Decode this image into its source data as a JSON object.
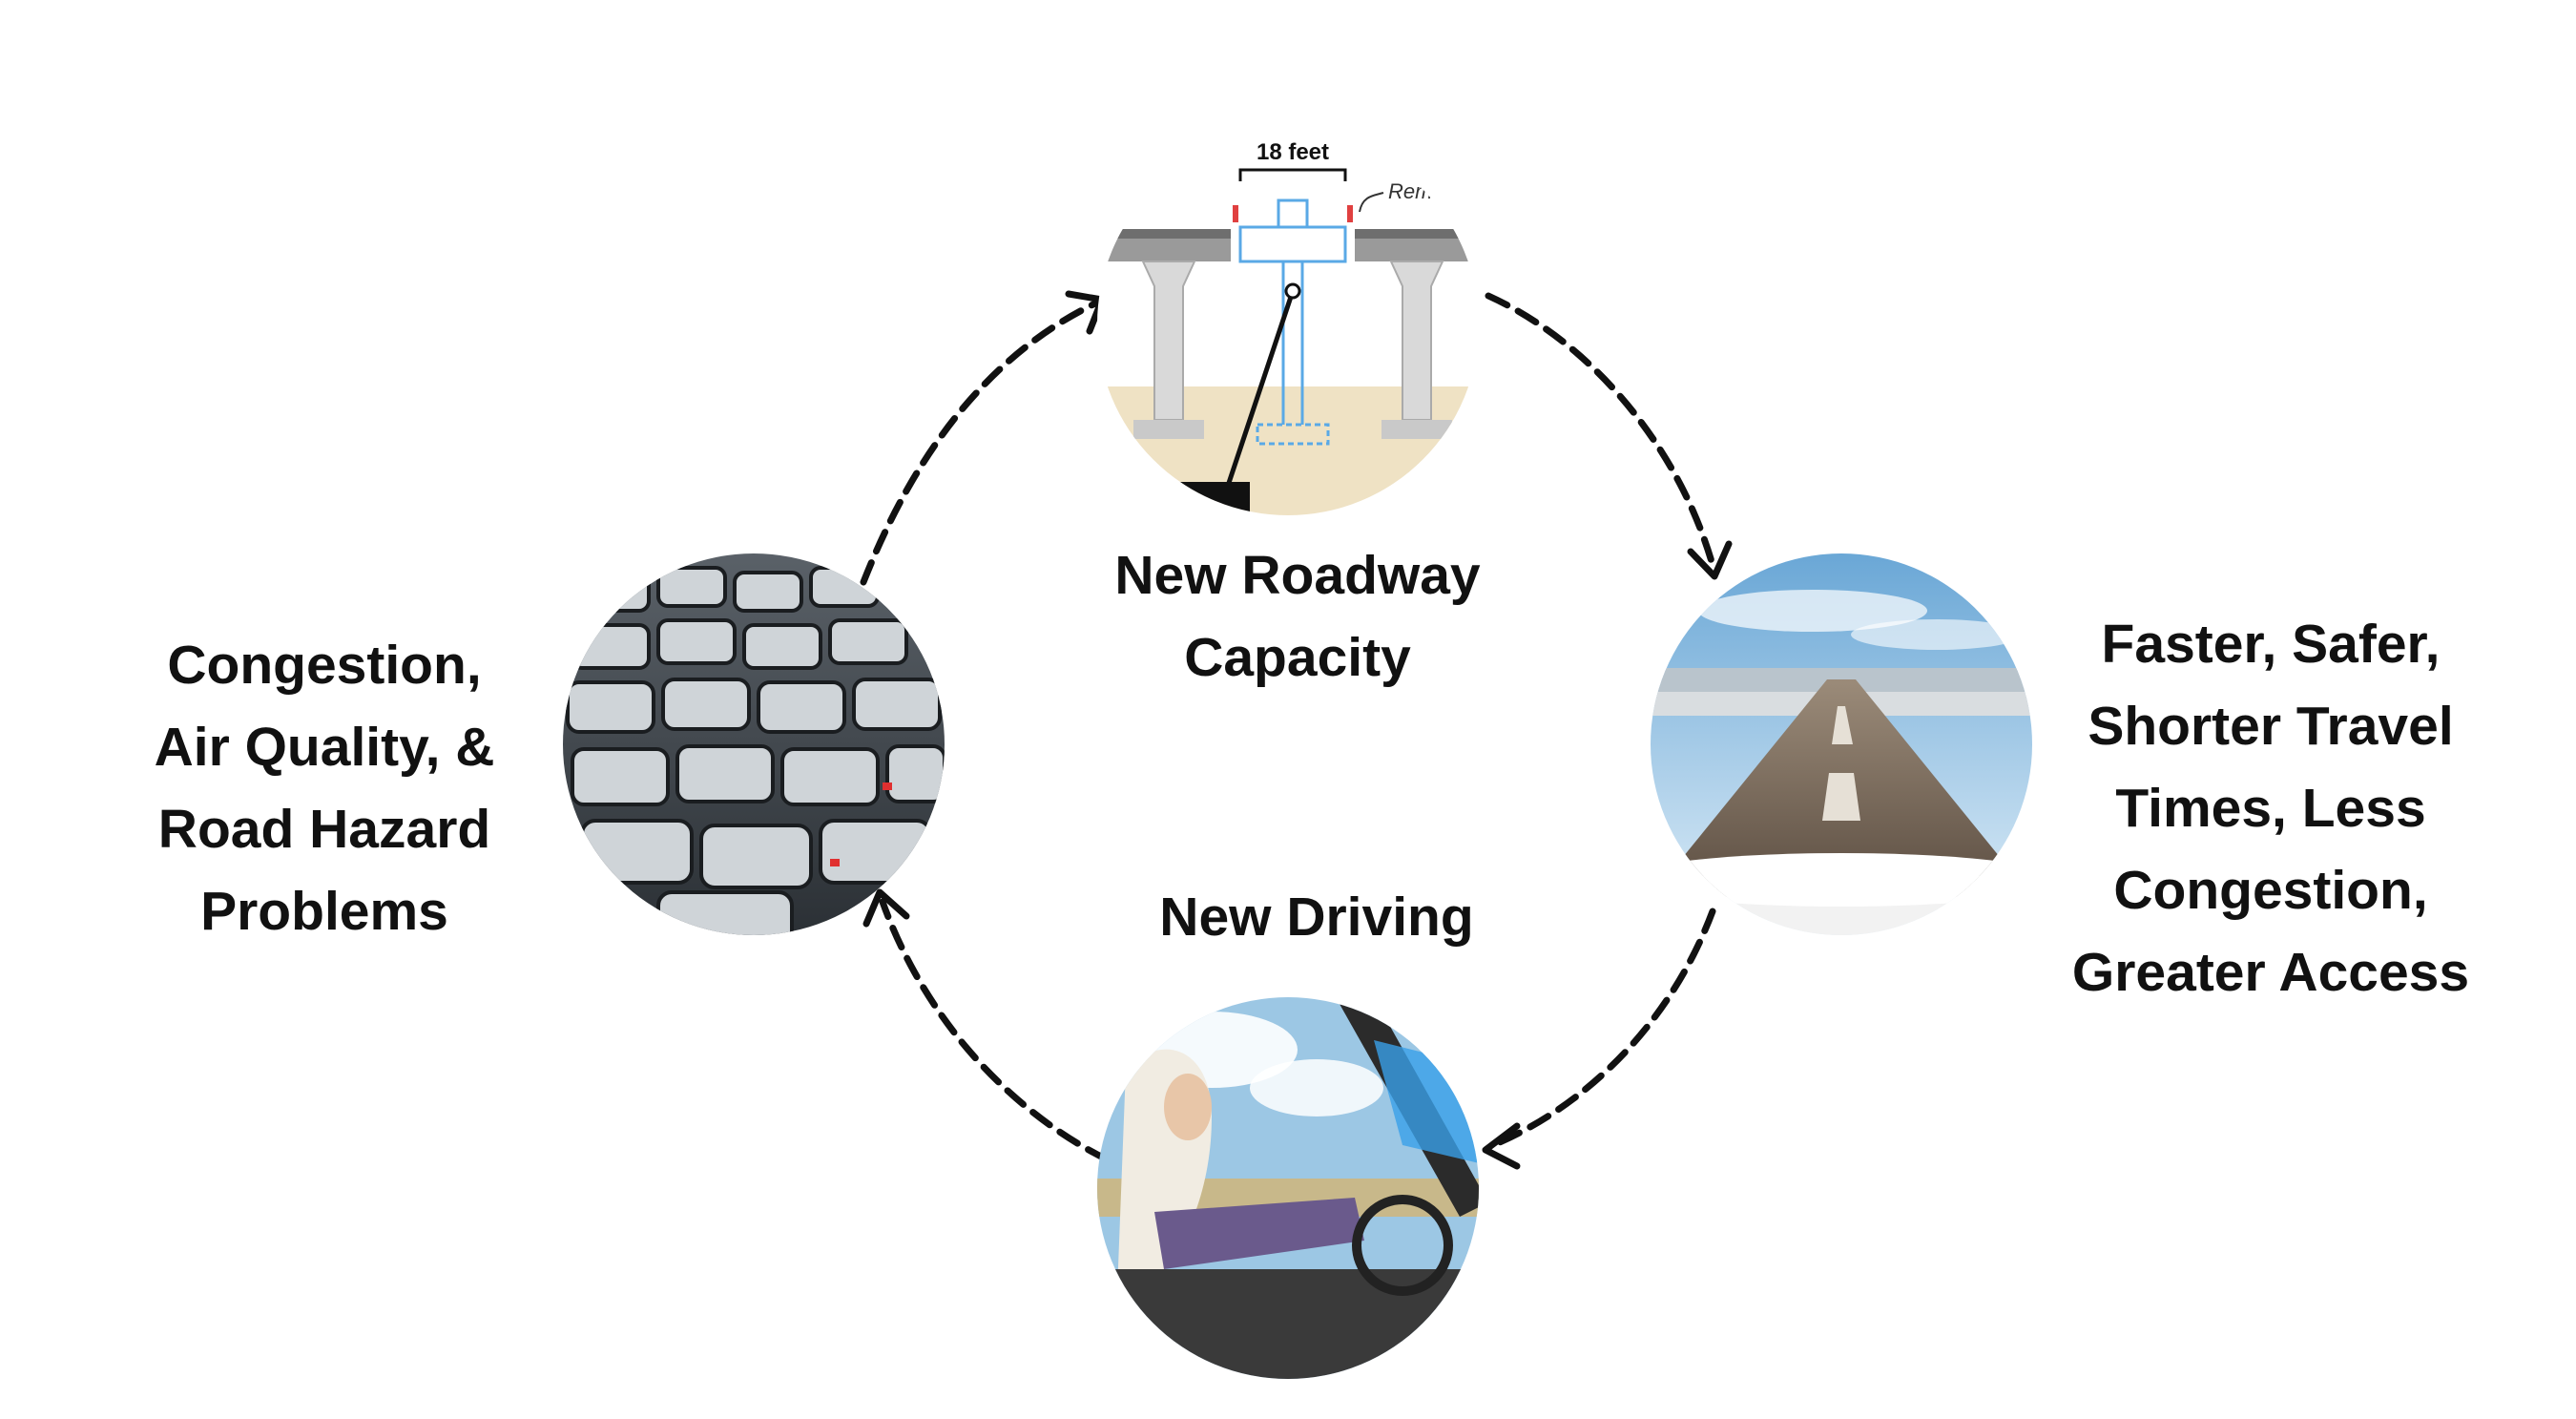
{
  "diagram": {
    "nodes": {
      "roadway": {
        "lines": [
          "New Roadway",
          "Capacity"
        ],
        "image": "highway-widening-cross-section"
      },
      "faster": {
        "lines": [
          "Faster, Safer,",
          "Shorter Travel",
          "Times, Less",
          "Congestion,",
          "Greater Access"
        ],
        "image": "open-highway"
      },
      "driving": {
        "lines": [
          "New Driving"
        ],
        "image": "convertible-driver"
      },
      "congestion": {
        "lines": [
          "Congestion,",
          "Air Quality, &",
          "Road Hazard",
          "Problems"
        ],
        "image": "traffic-jam"
      }
    },
    "cross_section": {
      "width_label": "18 feet",
      "side_note": "Remo"
    },
    "arrow_style": "dashed",
    "colors": {
      "text": "#111111",
      "arrow": "#111111",
      "bridge_blue": "#5aa9e6",
      "sky": "#9cc7e4",
      "road": "#7a6a5a"
    }
  }
}
